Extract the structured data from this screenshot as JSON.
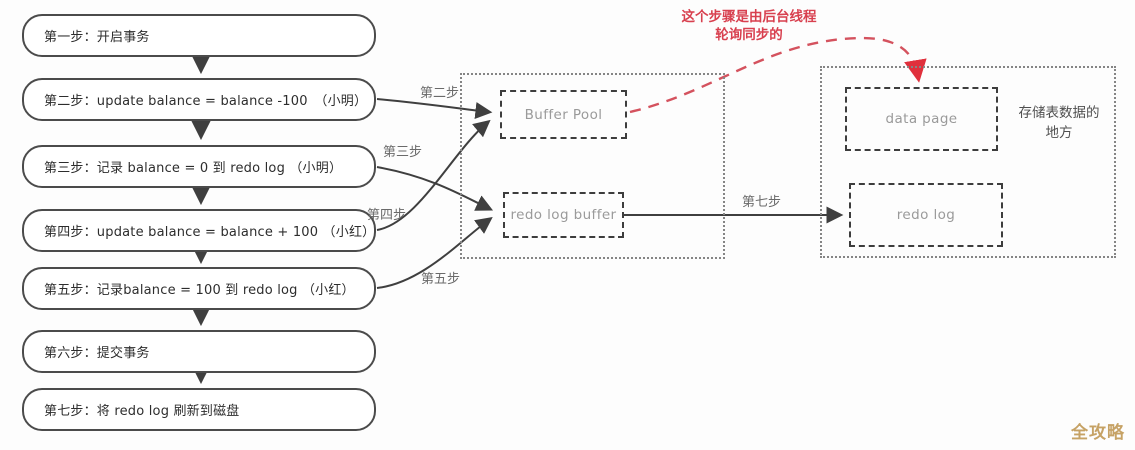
{
  "flow": {
    "steps": [
      {
        "label": "第一步：开启事务"
      },
      {
        "label": "第二步：update balance = balance -100　（小明）"
      },
      {
        "label": "第三步：记录 balance = 0 到 redo log （小明）"
      },
      {
        "label": "第四步：update balance = balance + 100 （小红）"
      },
      {
        "label": "第五步：记录balance = 100 到 redo log （小红）"
      },
      {
        "label": "第六步：提交事务"
      },
      {
        "label": "第七步：将 redo log 刷新到磁盘"
      }
    ]
  },
  "edge_labels": {
    "step2": "第二步",
    "step3": "第三步",
    "step4": "第四步",
    "step5": "第五步",
    "step7": "第七步"
  },
  "memory_area": {
    "buffer_pool": "Buffer Pool",
    "redo_log_buffer": "redo log buffer"
  },
  "disk_area": {
    "data_page": "data page",
    "redo_log": "redo log",
    "note_line1": "存储表数据的",
    "note_line2": "地方"
  },
  "annotation": {
    "line1": "这个步骤是由后台线程",
    "line2": "轮询同步的"
  },
  "watermark": "全攻略",
  "colors": {
    "line": "#3f3f3f",
    "red": "#d8404f",
    "watermark": "#c6a265"
  }
}
